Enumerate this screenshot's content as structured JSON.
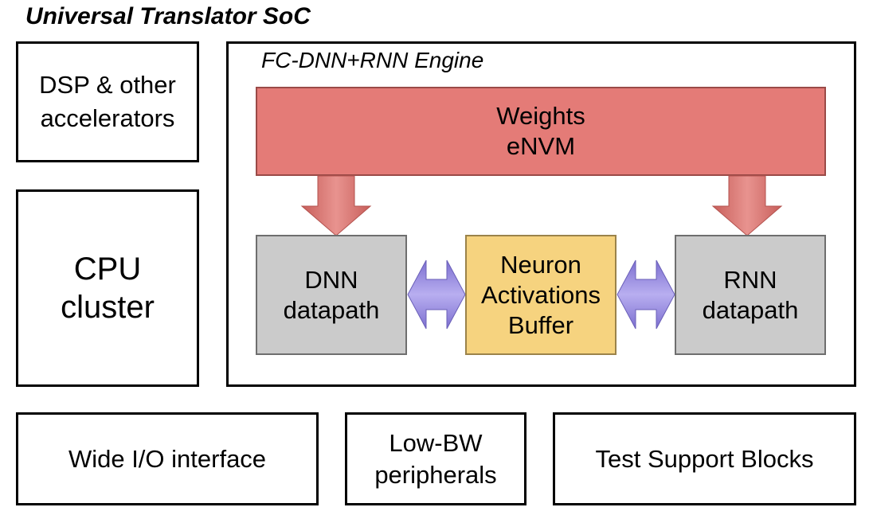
{
  "title": "Universal Translator SoC",
  "dsp": {
    "line1": "DSP & other",
    "line2": "accelerators"
  },
  "cpu": {
    "line1": "CPU",
    "line2": "cluster"
  },
  "engine": {
    "label": "FC-DNN+RNN Engine",
    "weights": {
      "line1": "Weights",
      "line2": "eNVM"
    },
    "dnn": {
      "line1": "DNN",
      "line2": "datapath"
    },
    "buffer": {
      "line1": "Neuron",
      "line2": "Activations",
      "line3": "Buffer"
    },
    "rnn": {
      "line1": "RNN",
      "line2": "datapath"
    }
  },
  "bottom": {
    "wide_io": "Wide I/O interface",
    "low_bw": {
      "line1": "Low-BW",
      "line2": "peripherals"
    },
    "test": "Test Support Blocks"
  },
  "colors": {
    "weights_fill": "#e47b77",
    "datapath_fill": "#cbcbcb",
    "buffer_fill": "#f6d37f",
    "down_arrow": "#d9706c",
    "bidir_arrow": "#9b8fdc"
  }
}
